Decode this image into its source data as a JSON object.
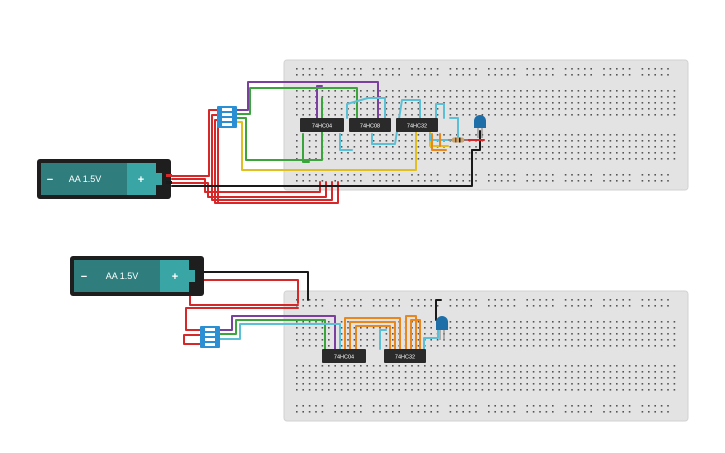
{
  "circuits": [
    {
      "battery": {
        "label": "AA 1.5V",
        "neg": "−",
        "pos": "+"
      },
      "chips": [
        "74HC04",
        "74HC08",
        "74HC32"
      ]
    },
    {
      "battery": {
        "label": "AA 1.5V",
        "neg": "−",
        "pos": "+"
      },
      "chips": [
        "74HC04",
        "74HC32"
      ]
    }
  ],
  "colors": {
    "breadboard": "#e3e3e3",
    "battery_body": "#2f7d7d",
    "battery_cap": "#3aa5a5",
    "dip_switch": "#2b8fd4",
    "led": "#1e6fa8",
    "wire_red": "#d62828",
    "wire_black": "#1a1a1a",
    "wire_green": "#3aa53a",
    "wire_purple": "#7b3fa0",
    "wire_yellow": "#e0c020",
    "wire_cyan": "#5bc0d6",
    "wire_orange": "#e8871e"
  }
}
